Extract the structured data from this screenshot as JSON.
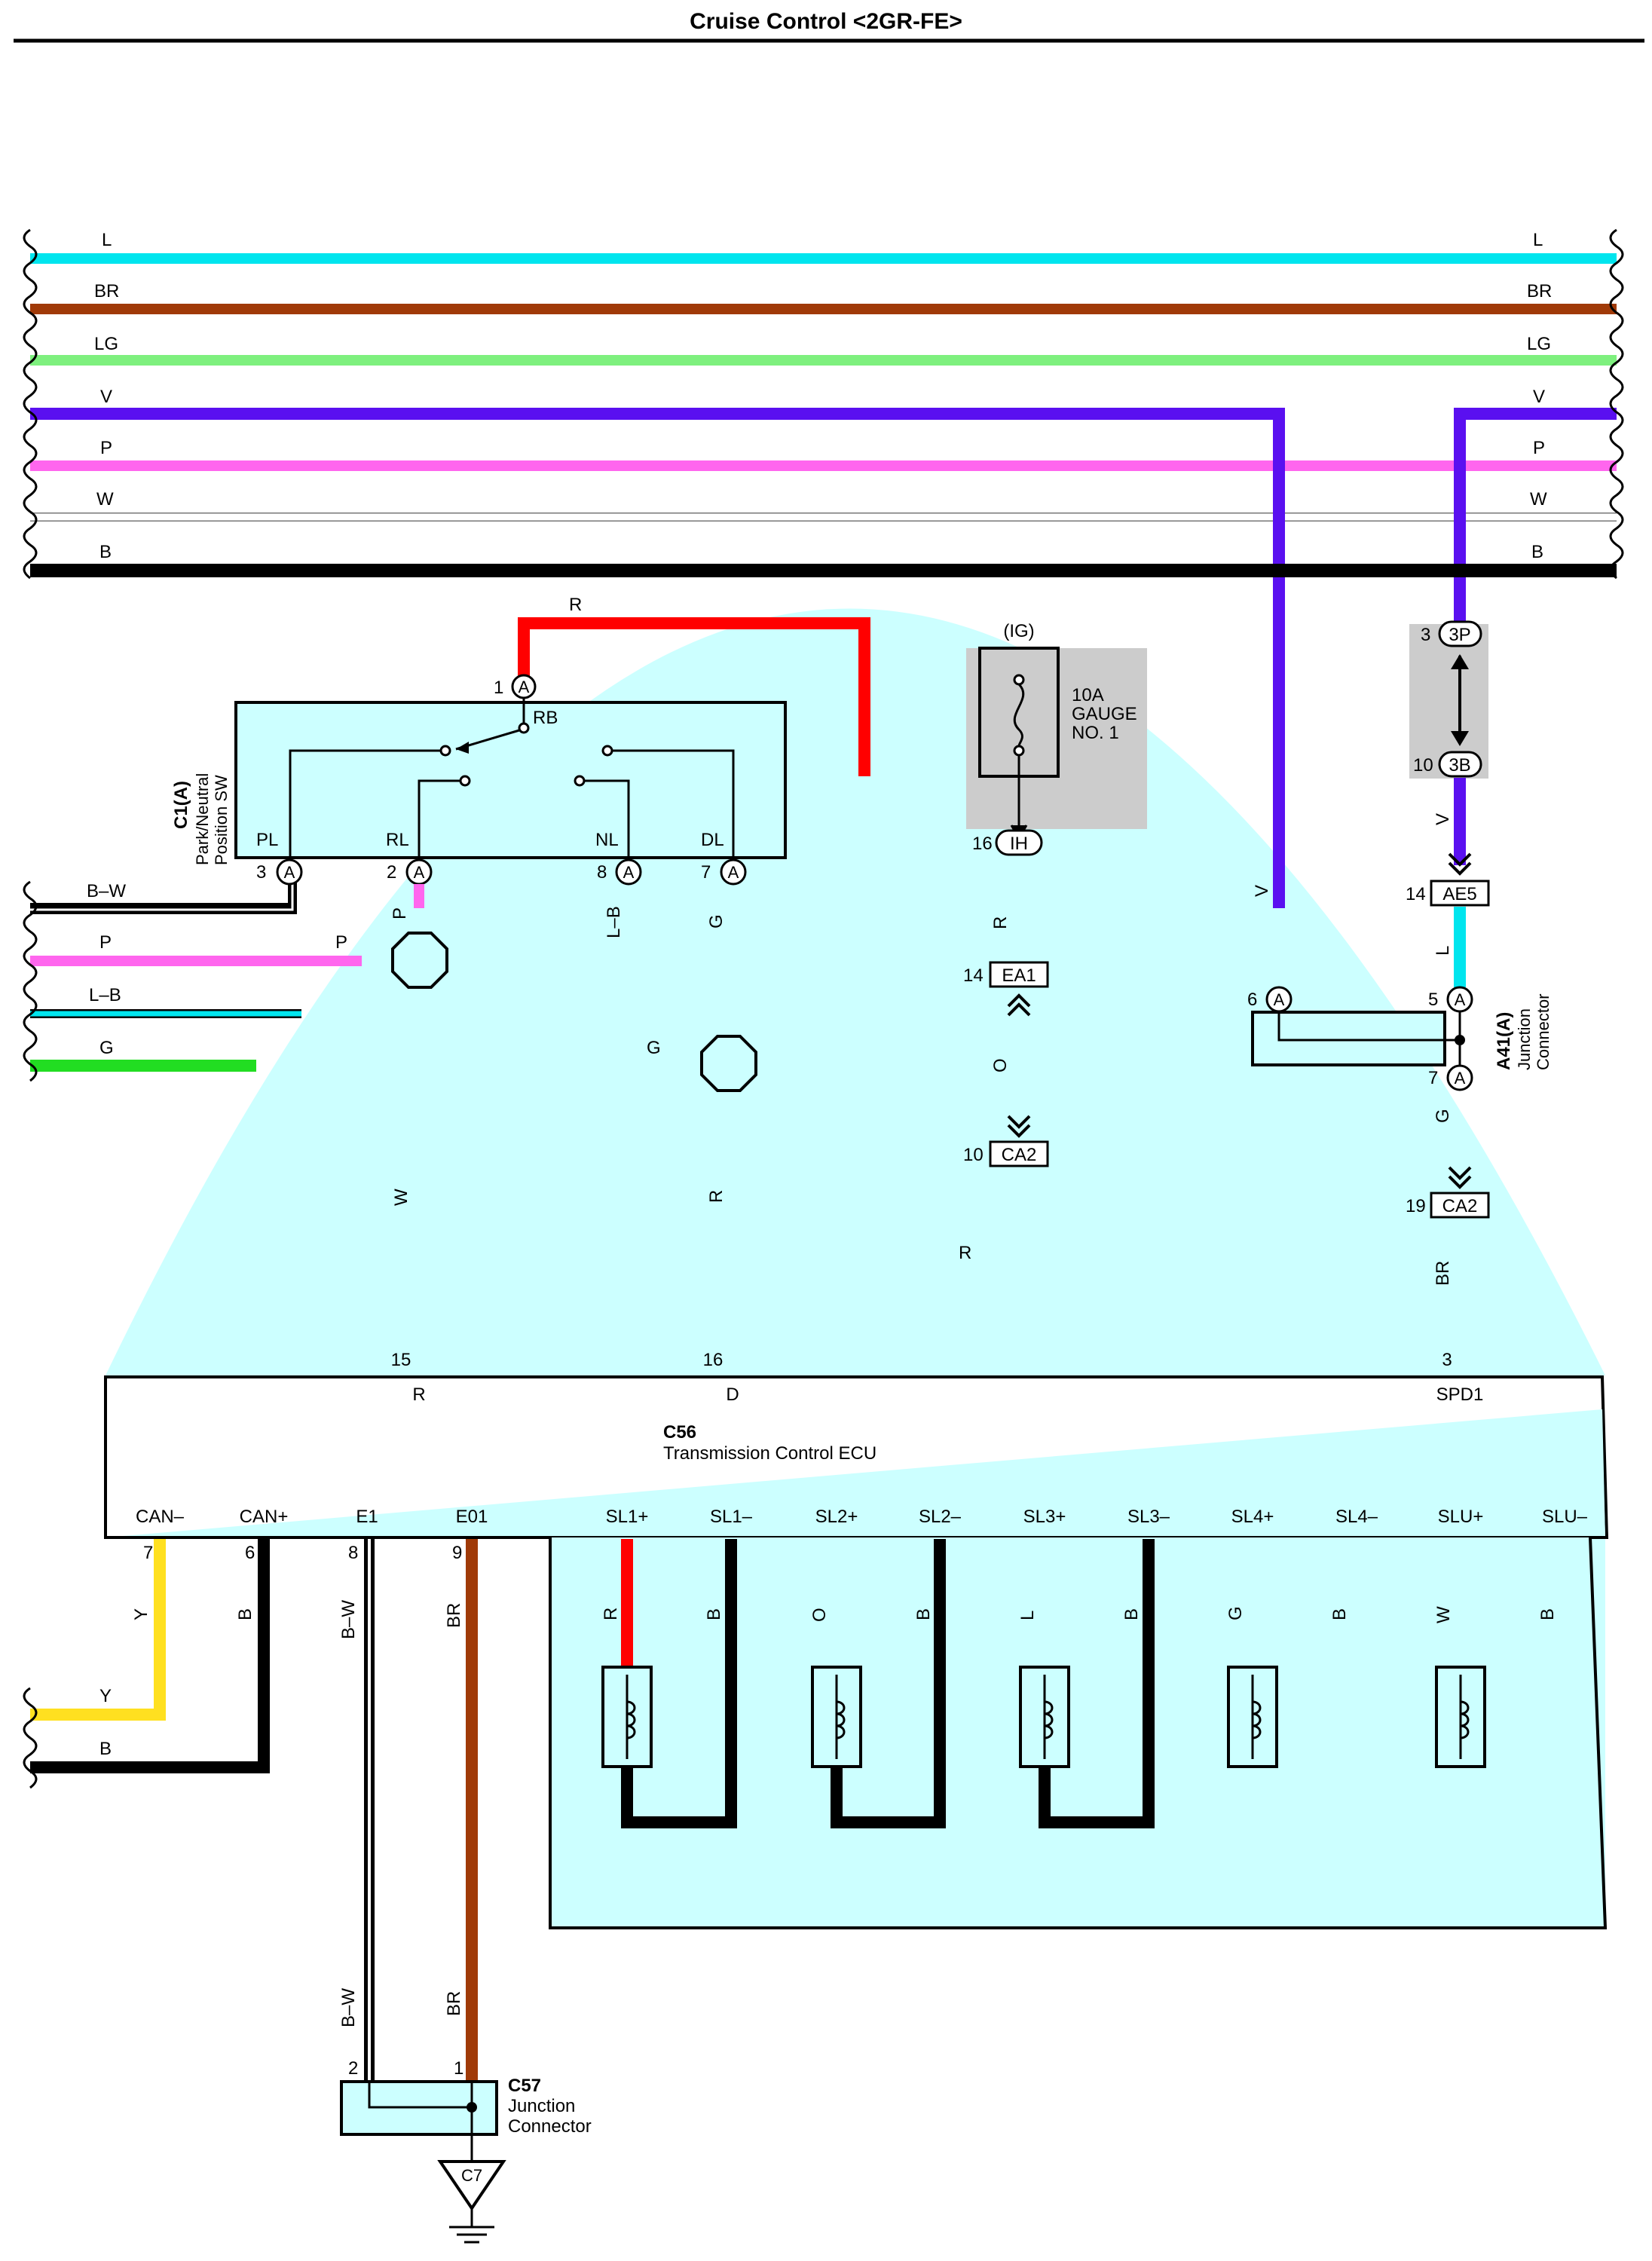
{
  "title": "Cruise Control <2GR-FE>",
  "colors": {
    "L": "#00e5ee",
    "BR": "#a03a08",
    "LG": "#7ef07e",
    "V": "#5a10f0",
    "P": "#ff66ee",
    "W": "#ffffff",
    "B": "#000000",
    "R": "#ff0000",
    "Y": "#ffe020",
    "G": "#22dd22",
    "O": "#ff9900",
    "shade": "#ccffff",
    "gray": "#cccccc"
  },
  "bus_wires": [
    {
      "id": "L",
      "label_left": "L",
      "label_right": "L"
    },
    {
      "id": "BR",
      "label_left": "BR",
      "label_right": "BR"
    },
    {
      "id": "LG",
      "label_left": "LG",
      "label_right": "LG"
    },
    {
      "id": "V",
      "label_left": "V",
      "label_right": "V"
    },
    {
      "id": "P",
      "label_left": "P",
      "label_right": "P"
    },
    {
      "id": "W",
      "label_left": "W",
      "label_right": "W"
    },
    {
      "id": "B",
      "label_left": "B",
      "label_right": "B"
    }
  ],
  "left_wires": [
    {
      "id": "B-W",
      "label": "B–W"
    },
    {
      "id": "P",
      "label": "P",
      "label2": "P"
    },
    {
      "id": "L-B",
      "label": "L–B"
    },
    {
      "id": "G",
      "label": "G"
    }
  ],
  "switch": {
    "code": "C1(A)",
    "name_line1": "Park/Neutral",
    "name_line2": "Position SW",
    "rb": "RB",
    "terminals": {
      "top": "1",
      "pl": "3",
      "rl": "2",
      "nl": "8",
      "dl": "7"
    },
    "conn": "A",
    "pins": {
      "pl": "PL",
      "rl": "RL",
      "nl": "NL",
      "dl": "DL"
    },
    "wire_top": "R"
  },
  "fuse": {
    "ig": "(IG)",
    "line1": "10A",
    "line2": "GAUGE",
    "line3": "NO. 1",
    "pin": "16",
    "conn": "IH"
  },
  "connectors": {
    "ea1_pin": "14",
    "ea1": "EA1",
    "ca2a_pin": "10",
    "ca2a": "CA2",
    "ae5_pin": "14",
    "ae5": "AE5",
    "p3_top_pin": "3",
    "p3_top": "3P",
    "p3_bot_pin": "10",
    "p3_bot": "3B",
    "ca2b_pin": "19",
    "ca2b": "CA2"
  },
  "junction_a41": {
    "code": "A41(A)",
    "line1": "Junction",
    "line2": "Connector",
    "pin_left": "6",
    "pin_right": "5",
    "pin_bottom": "7",
    "conn": "A"
  },
  "wire_labels": {
    "rl_down": "P",
    "nl_down": "L–B",
    "dl_down": "G",
    "ih_down": "R",
    "ea1_down": "O",
    "v_mid": "V",
    "p3_down": "V",
    "ae5_down": "L",
    "a41_down": "G",
    "g_mid": "G",
    "w_mid": "W",
    "r_mid": "R",
    "r_right": "R",
    "br_right": "BR"
  },
  "ecu": {
    "code": "C56",
    "name": "Transmission Control ECU",
    "top_pins": [
      {
        "num": "15",
        "name": "R"
      },
      {
        "num": "16",
        "name": "D"
      },
      {
        "num": "3",
        "name": "SPD1"
      }
    ],
    "bottom_pins": [
      "CAN–",
      "CAN+",
      "E1",
      "E01",
      "SL1+",
      "SL1–",
      "SL2+",
      "SL2–",
      "SL3+",
      "SL3–",
      "SL4+",
      "SL4–",
      "SLU+",
      "SLU–"
    ],
    "bottom_nums": {
      "can_minus": "7",
      "can_plus": "6",
      "e1": "8",
      "e01": "9"
    }
  },
  "bottom_wires": {
    "can_minus": "Y",
    "can_plus": "B",
    "e1": "B–W",
    "e01": "BR",
    "left_y": "Y",
    "left_b": "B",
    "e1_low": "B–W",
    "e01_low": "BR"
  },
  "solenoid_wires": [
    "R",
    "B",
    "O",
    "B",
    "L",
    "B",
    "G",
    "B",
    "W",
    "B"
  ],
  "junction_c57": {
    "code": "C57",
    "line1": "Junction",
    "line2": "Connector",
    "pin_left": "2",
    "pin_right": "1",
    "ground": "C7"
  }
}
